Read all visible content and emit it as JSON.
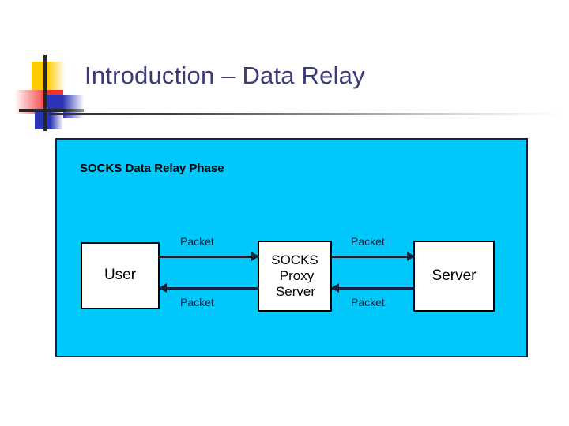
{
  "slide": {
    "title": "Introduction – Data Relay",
    "title_color": "#3B3B78"
  },
  "panel": {
    "heading": "SOCKS Data Relay Phase",
    "background_color": "#00C8FA",
    "border_color": "#16233D"
  },
  "diagram": {
    "nodes": [
      {
        "id": "user",
        "label": "User"
      },
      {
        "id": "proxy",
        "line1": "SOCKS",
        "line2": "Proxy",
        "line3": "Server"
      },
      {
        "id": "server",
        "label": "Server"
      }
    ],
    "arrows": [
      {
        "id": "user-to-proxy",
        "direction": "right",
        "label": "Packet"
      },
      {
        "id": "proxy-to-user",
        "direction": "left",
        "label": "Packet"
      },
      {
        "id": "proxy-to-server",
        "direction": "right",
        "label": "Packet"
      },
      {
        "id": "server-to-proxy",
        "direction": "left",
        "label": "Packet"
      }
    ]
  },
  "decor": {
    "logo_name": "powerpoint-corner-logo",
    "yellow": "#FFCC00",
    "red": "#F23030",
    "blue": "#2A35B5",
    "line": "#262626"
  }
}
